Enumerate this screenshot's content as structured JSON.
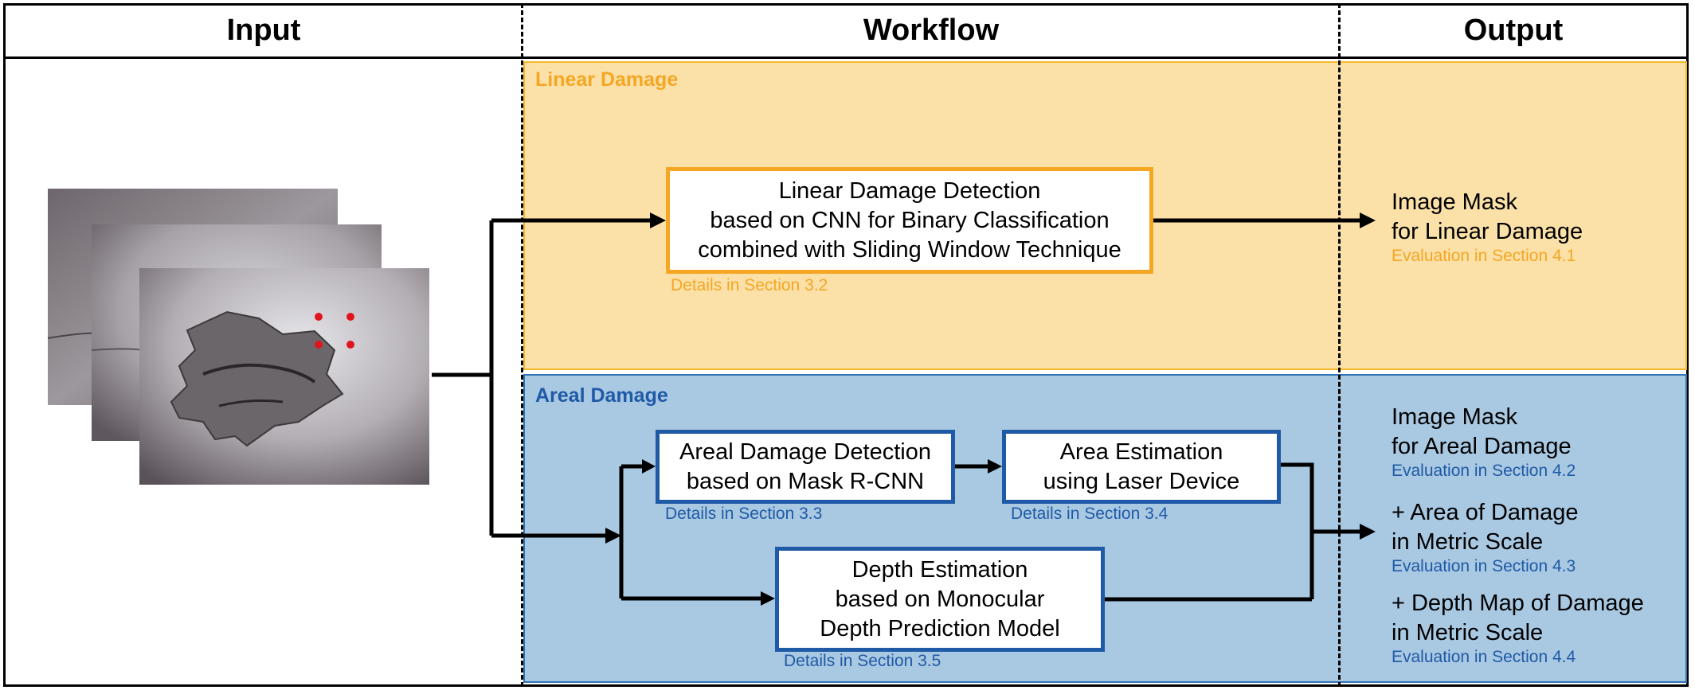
{
  "headers": {
    "input": "Input",
    "workflow": "Workflow",
    "output": "Output"
  },
  "linear": {
    "title": "Linear Damage",
    "box": {
      "line1": "Linear Damage Detection",
      "line2": "based on CNN for Binary Classification",
      "line3": "combined with Sliding Window Technique"
    },
    "details": "Details in Section 3.2"
  },
  "areal": {
    "title": "Areal Damage",
    "detection_box": {
      "line1": "Areal Damage Detection",
      "line2": "based on Mask R-CNN"
    },
    "detection_details": "Details in Section 3.3",
    "area_box": {
      "line1": "Area Estimation",
      "line2": "using Laser Device"
    },
    "area_details": "Details in Section 3.4",
    "depth_box": {
      "line1": "Depth Estimation",
      "line2": "based on Monocular",
      "line3": "Depth Prediction Model"
    },
    "depth_details": "Details in Section 3.5"
  },
  "outputs": {
    "linear_mask": {
      "line1": "Image Mask",
      "line2": "for Linear Damage",
      "eval": "Evaluation in Section 4.1"
    },
    "areal_mask": {
      "line1": "Image Mask",
      "line2": "for Areal Damage",
      "eval": "Evaluation in Section 4.2"
    },
    "area": {
      "line1": "+ Area of Damage",
      "line2": "in Metric Scale",
      "eval": "Evaluation in Section 4.3"
    },
    "depth": {
      "line1": "+ Depth Map of Damage",
      "line2": "in Metric Scale",
      "eval": "Evaluation in Section 4.4"
    }
  },
  "colors": {
    "linear_accent": "#f5a623",
    "linear_band": "#fbe1a8",
    "areal_accent": "#1f5aa6",
    "areal_band": "#a9c8e2",
    "laser_dot": "#e0141e"
  }
}
